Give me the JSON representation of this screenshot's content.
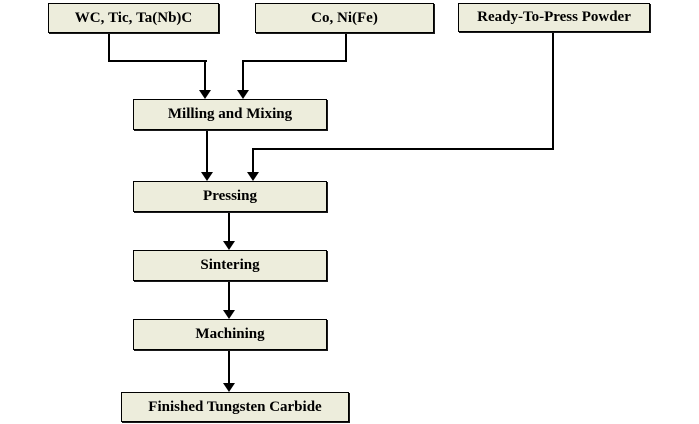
{
  "diagram": {
    "type": "flowchart",
    "background_color": "#ffffff",
    "node_fill_color": "#ededdc",
    "node_border_color": "#000000",
    "connector_color": "#000000",
    "text_color": "#000000",
    "nodes": [
      {
        "id": "wc_tic_tanbc",
        "label": "WC、Tic、Ta(Nb)C"
      },
      {
        "id": "co_nife",
        "label": "Co、Ni(Fe)"
      },
      {
        "id": "ready_to_press_powder",
        "label": "Ready-To-Press Powder"
      },
      {
        "id": "milling_and_mixing",
        "label": "Milling and Mixing"
      },
      {
        "id": "pressing",
        "label": "Pressing"
      },
      {
        "id": "sintering",
        "label": "Sintering"
      },
      {
        "id": "machining",
        "label": "Machining"
      },
      {
        "id": "finished_tungsten_carbide",
        "label": "Finished Tungsten Carbide"
      }
    ],
    "edges": [
      {
        "from": "wc_tic_tanbc",
        "to": "milling_and_mixing"
      },
      {
        "from": "co_nife",
        "to": "milling_and_mixing"
      },
      {
        "from": "milling_and_mixing",
        "to": "pressing"
      },
      {
        "from": "ready_to_press_powder",
        "to": "pressing"
      },
      {
        "from": "pressing",
        "to": "sintering"
      },
      {
        "from": "sintering",
        "to": "machining"
      },
      {
        "from": "machining",
        "to": "finished_tungsten_carbide"
      }
    ]
  }
}
